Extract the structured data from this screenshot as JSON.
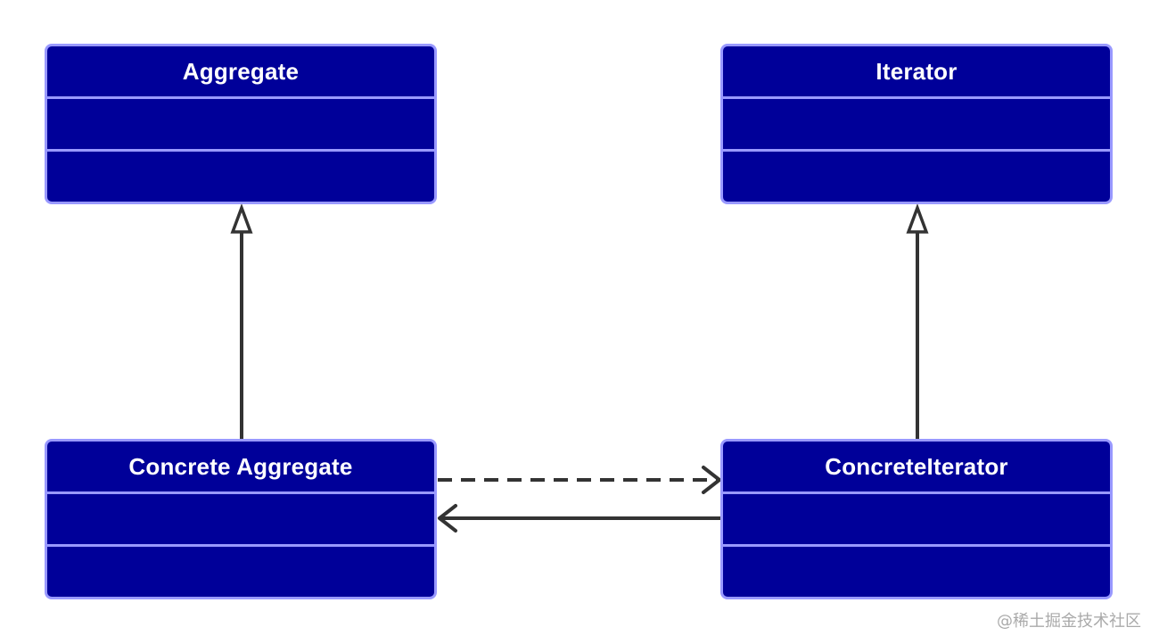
{
  "classes": {
    "aggregate": {
      "name": "Aggregate"
    },
    "iterator": {
      "name": "Iterator"
    },
    "concrete_aggregate": {
      "name": "Concrete Aggregate"
    },
    "concrete_iterator": {
      "name": "ConcreteIterator"
    }
  },
  "colors": {
    "class_fill": "#000099",
    "class_border": "#9999ff",
    "class_text": "#ffffff",
    "connector": "#333333"
  },
  "watermark": "@稀土掘金技术社区"
}
